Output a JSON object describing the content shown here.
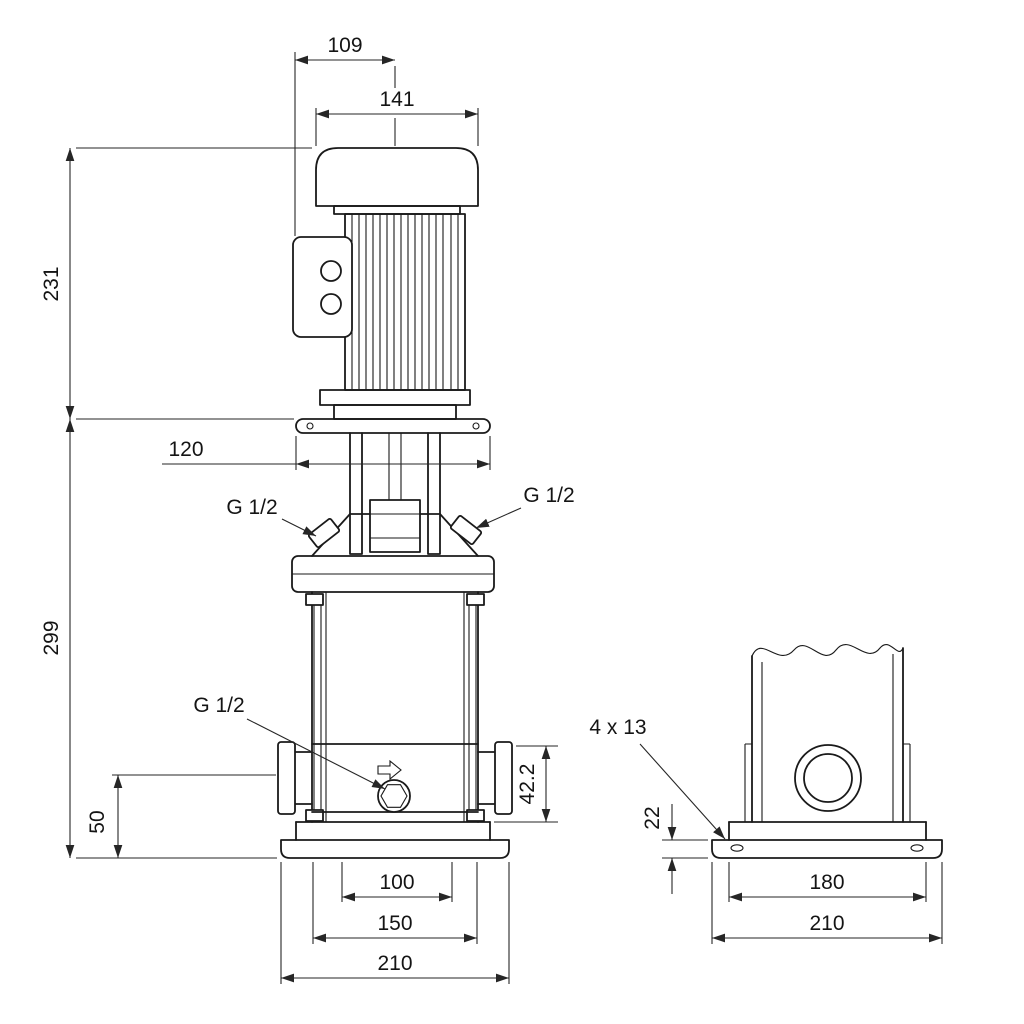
{
  "front_view": {
    "dim_top_box": "109",
    "dim_motor_width": "141",
    "dim_motor_height": "231",
    "dim_flange_width": "120",
    "dim_pump_height": "299",
    "dim_drain_height": "50",
    "dim_port_height": "42.2",
    "dim_base_inner": "100",
    "dim_base_mid": "150",
    "dim_base_width": "210",
    "plug_left": "G 1/2",
    "plug_right": "G 1/2",
    "plug_drain": "G 1/2"
  },
  "side_view": {
    "bolt_holes": "4 x 13",
    "dim_base_height": "22",
    "dim_base_inner": "180",
    "dim_base_width": "210"
  }
}
